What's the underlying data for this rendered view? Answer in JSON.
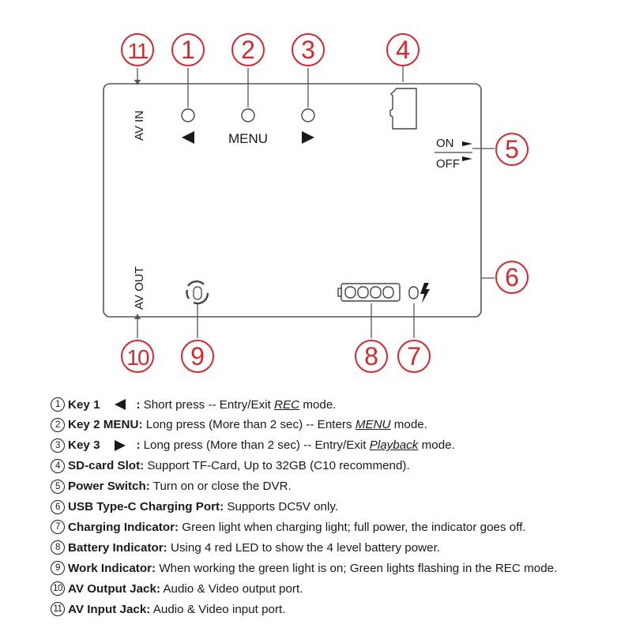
{
  "callouts": [
    "11",
    "1",
    "2",
    "3",
    "4",
    "5",
    "6",
    "10",
    "9",
    "8",
    "7"
  ],
  "device": {
    "av_in_label": "AV IN",
    "av_out_label": "AV OUT",
    "menu_label": "MENU",
    "on_label": "ON",
    "off_label": "OFF"
  },
  "colors": {
    "callout": "#d7282e",
    "outline": "#555555",
    "text": "#1a1a1a"
  },
  "legend": [
    {
      "num": "1",
      "key": "Key 1",
      "symbol": "left-triangle",
      "parts": [
        ": Short press -- Entry/Exit ",
        "REC",
        " mode."
      ]
    },
    {
      "num": "2",
      "key": "Key 2 MENU:",
      "symbol": "",
      "parts": [
        " Long press (More than 2 sec) -- Enters ",
        "MENU",
        " mode."
      ]
    },
    {
      "num": "3",
      "key": "Key 3",
      "symbol": "right-triangle",
      "parts": [
        ": Long press (More than 2 sec) -- Entry/Exit ",
        "Playback",
        " mode."
      ]
    },
    {
      "num": "4",
      "key": "SD-card Slot:",
      "symbol": "",
      "parts": [
        " Support TF-Card, Up to 32GB (C10 recommend).",
        "",
        ""
      ]
    },
    {
      "num": "5",
      "key": "Power Switch:",
      "symbol": "",
      "parts": [
        " Turn on or close the DVR.",
        "",
        ""
      ]
    },
    {
      "num": "6",
      "key": "USB Type-C Charging Port:",
      "symbol": "",
      "parts": [
        " Supports DC5V only.",
        "",
        ""
      ]
    },
    {
      "num": "7",
      "key": "Charging Indicator:",
      "symbol": "",
      "parts": [
        " Green light when charging light; full power, the indicator goes off.",
        "",
        ""
      ]
    },
    {
      "num": "8",
      "key": "Battery Indicator:",
      "symbol": "",
      "parts": [
        " Using 4 red LED to show the 4 level battery power.",
        "",
        ""
      ]
    },
    {
      "num": "9",
      "key": "Work Indicator:",
      "symbol": "",
      "parts": [
        " When working the green light is on; Green lights flashing in the REC mode.",
        "",
        ""
      ]
    },
    {
      "num": "10",
      "key": "AV Output Jack:",
      "symbol": "",
      "parts": [
        " Audio & Video output port.",
        "",
        ""
      ]
    },
    {
      "num": "11",
      "key": "AV Input Jack:",
      "symbol": "",
      "parts": [
        " Audio & Video input port.",
        "",
        ""
      ]
    }
  ]
}
